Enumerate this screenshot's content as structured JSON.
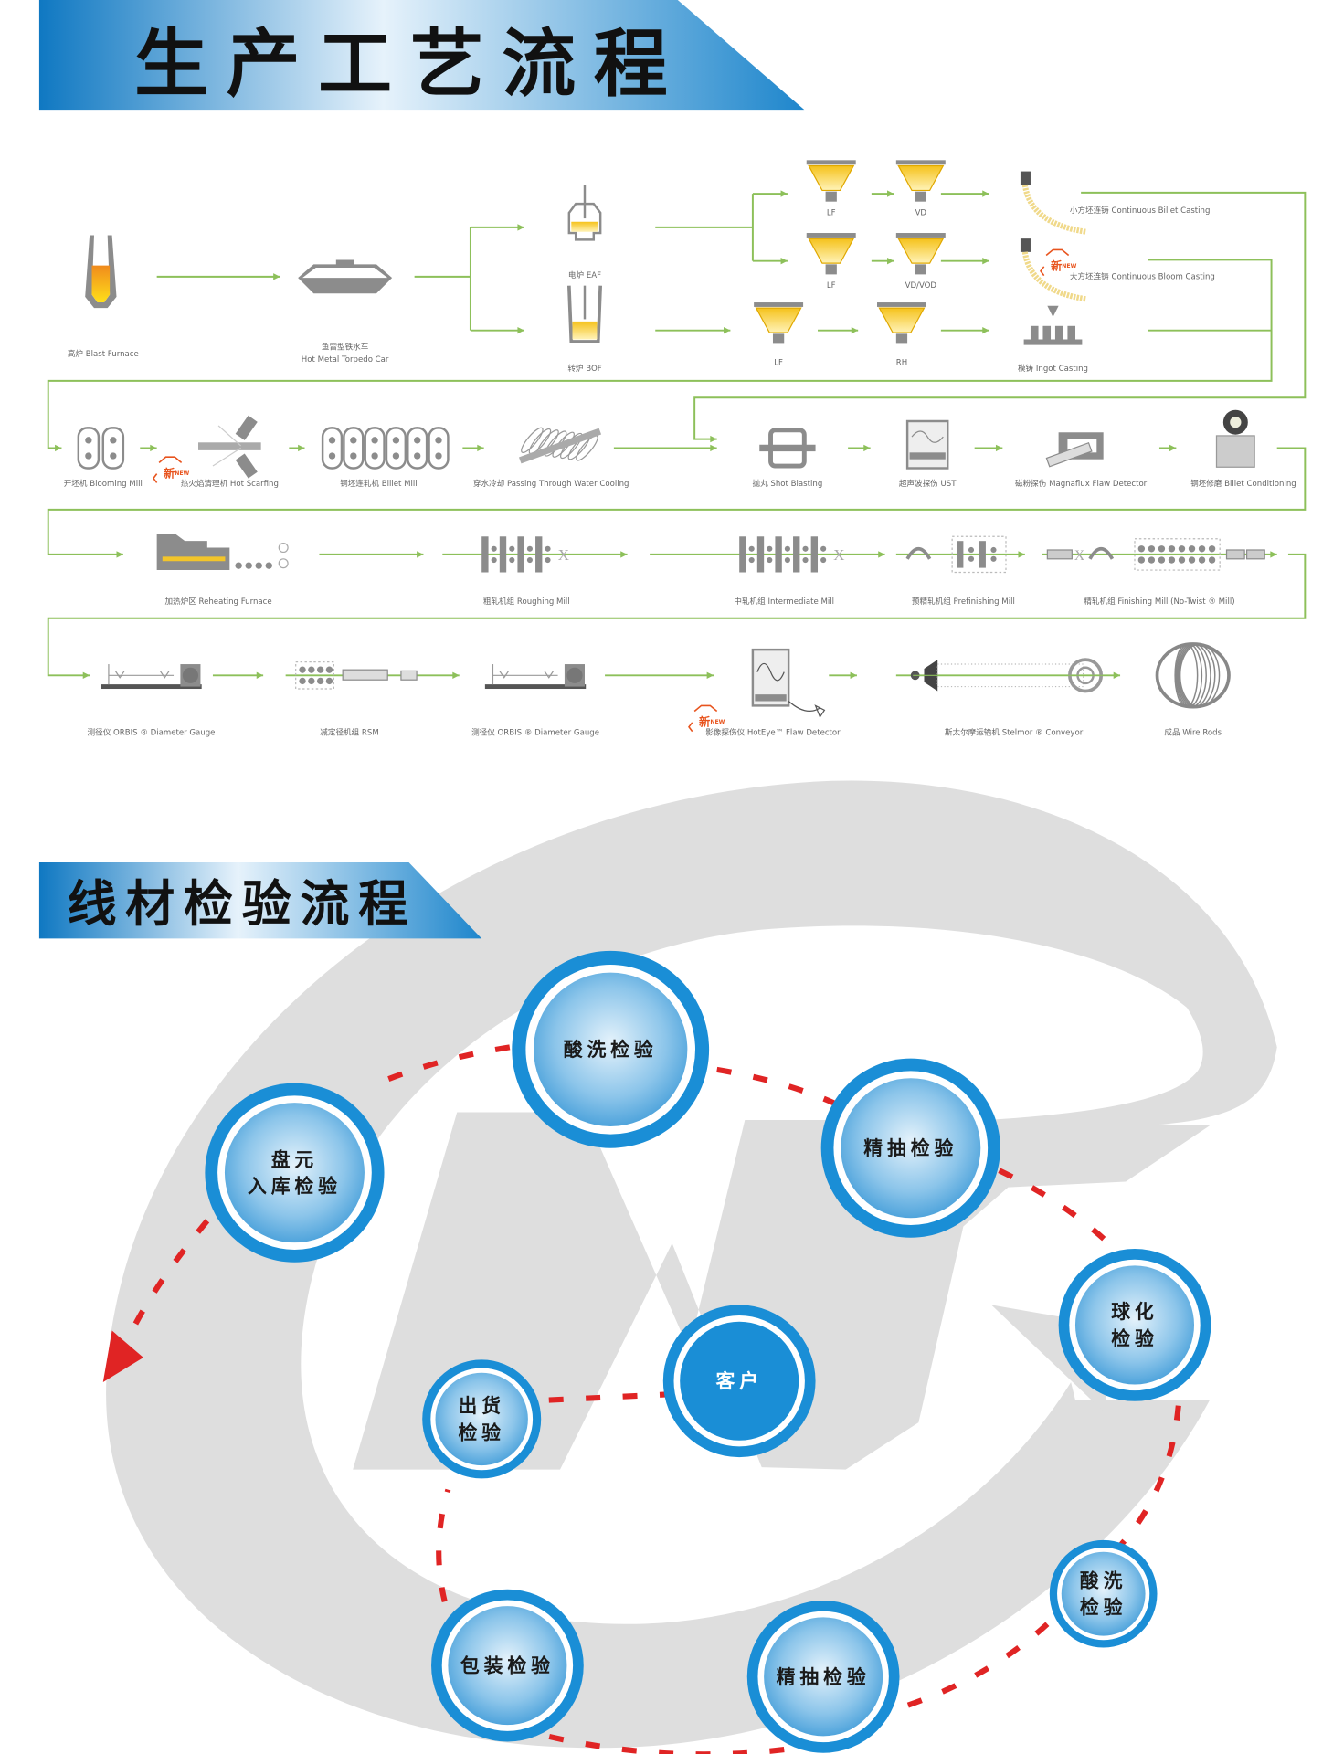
{
  "section1": {
    "title": "生产工艺流程",
    "steps": [
      {
        "cn": "高炉",
        "en": "Blast Furnace",
        "icon": "blast-furnace-icon"
      },
      {
        "cn": "鱼雷型铁水车",
        "en": "Hot Metal Torpedo Car",
        "icon": "torpedo-car-icon"
      },
      {
        "cn": "电炉",
        "en": "EAF",
        "icon": "eaf-icon"
      },
      {
        "cn": "转炉",
        "en": "BOF",
        "icon": "bof-icon"
      },
      {
        "cn": "",
        "en": "LF",
        "icon": "ladle-icon"
      },
      {
        "cn": "",
        "en": "VD",
        "icon": "ladle-icon"
      },
      {
        "cn": "",
        "en": "LF",
        "icon": "ladle-icon"
      },
      {
        "cn": "",
        "en": "VD/VOD",
        "icon": "ladle-icon"
      },
      {
        "cn": "",
        "en": "LF",
        "icon": "ladle-icon"
      },
      {
        "cn": "",
        "en": "RH",
        "icon": "ladle-icon"
      },
      {
        "cn": "小方坯连铸",
        "en": "Continuous Billet Casting",
        "icon": "caster-icon"
      },
      {
        "cn": "大方坯连铸",
        "en": "Continuous Bloom Casting",
        "icon": "caster-icon",
        "new": true
      },
      {
        "cn": "模铸",
        "en": "Ingot Casting",
        "icon": "ingot-icon"
      },
      {
        "cn": "开坯机",
        "en": "Blooming Mill",
        "icon": "blooming-mill-icon"
      },
      {
        "cn": "热火焰清理机",
        "en": "Hot Scarfing",
        "icon": "scarfing-icon",
        "new": true
      },
      {
        "cn": "钢坯连轧机",
        "en": "Billet Mill",
        "icon": "billet-mill-icon"
      },
      {
        "cn": "穿水冷却",
        "en": "Passing Through Water Cooling",
        "icon": "cooling-icon"
      },
      {
        "cn": "抛丸",
        "en": "Shot Blasting",
        "icon": "shot-blast-icon"
      },
      {
        "cn": "超声波探伤",
        "en": "UST",
        "icon": "ust-icon"
      },
      {
        "cn": "磁粉探伤",
        "en": "Magnaflux Flaw Detector",
        "icon": "magnaflux-icon"
      },
      {
        "cn": "钢坯修磨",
        "en": "Billet Conditioning",
        "icon": "conditioning-icon"
      },
      {
        "cn": "加热炉区",
        "en": "Reheating Furnace",
        "icon": "reheat-furnace-icon"
      },
      {
        "cn": "粗轧机组",
        "en": "Roughing Mill",
        "icon": "roughing-mill-icon"
      },
      {
        "cn": "中轧机组",
        "en": "Intermediate Mill",
        "icon": "intermediate-mill-icon"
      },
      {
        "cn": "预精轧机组",
        "en": "Prefinishing Mill",
        "icon": "prefinishing-mill-icon"
      },
      {
        "cn": "精轧机组",
        "en": "Finishing Mill (No-Twist ® Mill)",
        "icon": "finishing-mill-icon"
      },
      {
        "cn": "测径仪",
        "en": "ORBIS ® Diameter Gauge",
        "icon": "gauge-icon"
      },
      {
        "cn": "减定径机组",
        "en": "RSM",
        "icon": "rsm-icon"
      },
      {
        "cn": "测径仪",
        "en": "ORBIS ® Diameter Gauge",
        "icon": "gauge-icon"
      },
      {
        "cn": "影像探伤仪",
        "en": "HotEye™ Flaw Detector",
        "icon": "hoteye-icon",
        "new": true
      },
      {
        "cn": "斯太尔摩运输机",
        "en": "Stelmor ® Conveyor",
        "icon": "stelmor-icon"
      },
      {
        "cn": "成品",
        "en": "Wire Rods",
        "icon": "coil-icon"
      }
    ],
    "new_badge": {
      "cn": "新",
      "en": "NEW"
    }
  },
  "section2": {
    "title": "线材检验流程",
    "nodes": [
      {
        "lines": [
          "酸洗检验"
        ]
      },
      {
        "lines": [
          "盘元",
          "入库检验"
        ]
      },
      {
        "lines": [
          "精抽检验"
        ]
      },
      {
        "lines": [
          "球化",
          "检验"
        ]
      },
      {
        "lines": [
          "客户"
        ],
        "filled": true
      },
      {
        "lines": [
          "出货",
          "检验"
        ]
      },
      {
        "lines": [
          "酸洗",
          "检验"
        ]
      },
      {
        "lines": [
          "包装检验"
        ]
      },
      {
        "lines": [
          "精抽检验"
        ]
      }
    ]
  },
  "colors": {
    "blue": "#1a8ed6",
    "flow_line": "#8dc05a",
    "dash": "#e02424",
    "logo_gray": "#dedede"
  }
}
